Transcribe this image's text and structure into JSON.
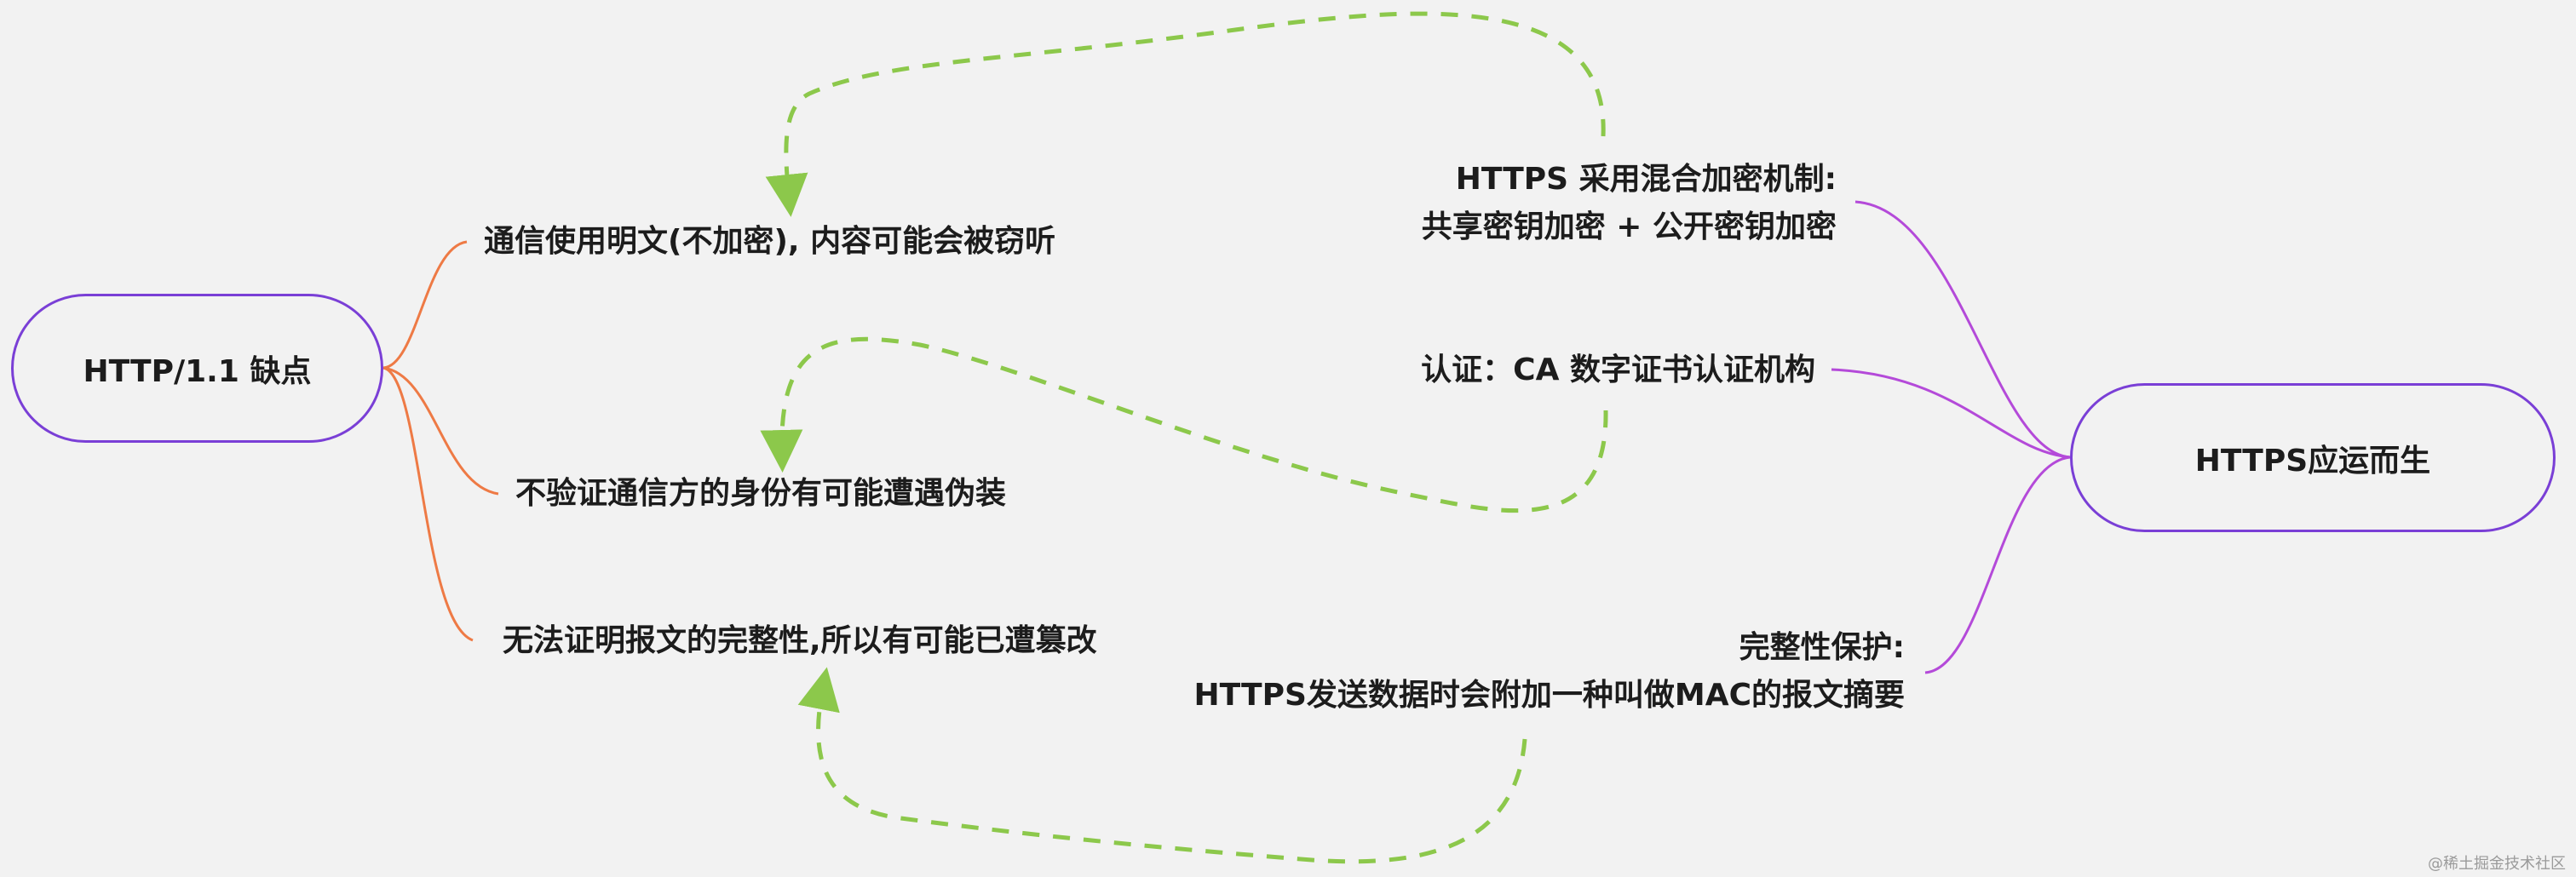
{
  "left_root": {
    "label": "HTTP/1.1 缺点"
  },
  "right_root": {
    "label": "HTTPS应运而生"
  },
  "problems": [
    {
      "label": "通信使用明文(不加密), 内容可能会被窃听"
    },
    {
      "label": "不验证通信方的身份有可能遭遇伪装"
    },
    {
      "label": "无法证明报文的完整性,所以有可能已遭篡改"
    }
  ],
  "solutions": [
    {
      "line1": "HTTPS 采用混合加密机制:",
      "line2": "共享密钥加密 + 公开密钥加密"
    },
    {
      "line1": "认证：CA 数字证书认证机构"
    },
    {
      "line1": "完整性保护:",
      "line2": "HTTPS发送数据时会附加一种叫做MAC的报文摘要"
    }
  ],
  "watermark": "@稀土掘金技术社区",
  "colors": {
    "background": "#f2f2f2",
    "root_border": "#7a3fd6",
    "left_branch_line": "#ee7a45",
    "right_branch_line": "#b44ad9",
    "cross_link": "#8cc84b"
  }
}
